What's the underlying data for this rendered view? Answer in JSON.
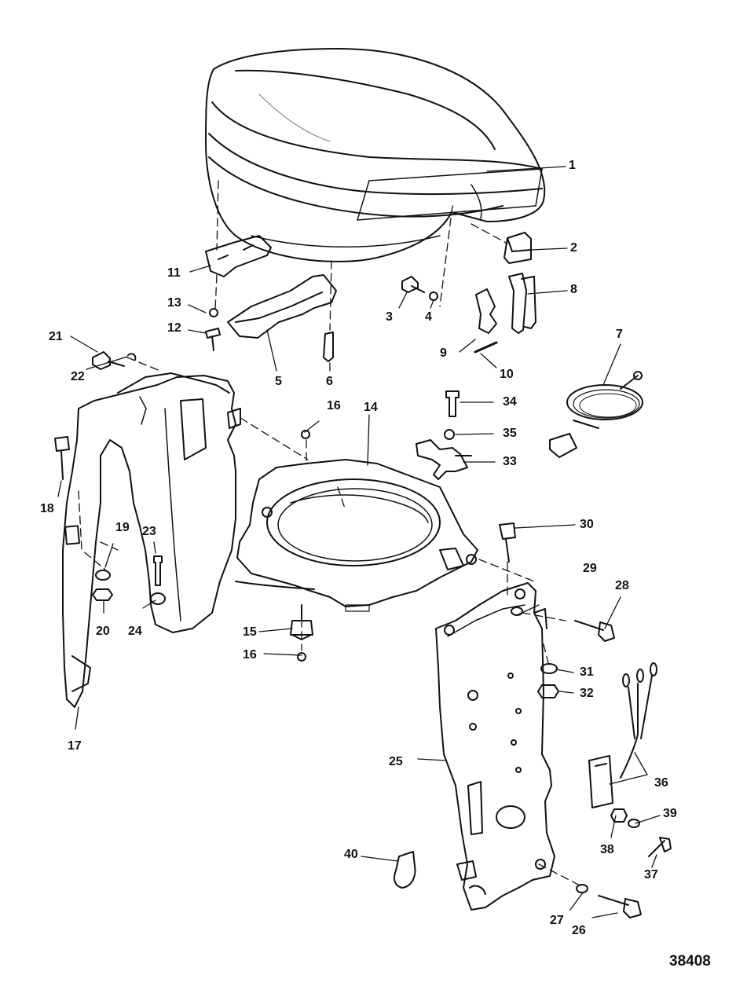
{
  "diagram": {
    "figure_number": "38408",
    "callouts": [
      {
        "id": "c1",
        "text": "1"
      },
      {
        "id": "c2",
        "text": "2"
      },
      {
        "id": "c3",
        "text": "3"
      },
      {
        "id": "c4",
        "text": "4"
      },
      {
        "id": "c5",
        "text": "5"
      },
      {
        "id": "c6",
        "text": "6"
      },
      {
        "id": "c7",
        "text": "7"
      },
      {
        "id": "c8",
        "text": "8"
      },
      {
        "id": "c9",
        "text": "9"
      },
      {
        "id": "c10",
        "text": "10"
      },
      {
        "id": "c11",
        "text": "11"
      },
      {
        "id": "c12",
        "text": "12"
      },
      {
        "id": "c13",
        "text": "13"
      },
      {
        "id": "c14",
        "text": "14"
      },
      {
        "id": "c15",
        "text": "15"
      },
      {
        "id": "c16a",
        "text": "16"
      },
      {
        "id": "c16b",
        "text": "16"
      },
      {
        "id": "c17",
        "text": "17"
      },
      {
        "id": "c18",
        "text": "18"
      },
      {
        "id": "c19",
        "text": "19"
      },
      {
        "id": "c20",
        "text": "20"
      },
      {
        "id": "c21",
        "text": "21"
      },
      {
        "id": "c22",
        "text": "22"
      },
      {
        "id": "c23",
        "text": "23"
      },
      {
        "id": "c24",
        "text": "24"
      },
      {
        "id": "c25",
        "text": "25"
      },
      {
        "id": "c26",
        "text": "26"
      },
      {
        "id": "c27",
        "text": "27"
      },
      {
        "id": "c28",
        "text": "28"
      },
      {
        "id": "c29",
        "text": "29"
      },
      {
        "id": "c30",
        "text": "30"
      },
      {
        "id": "c31",
        "text": "31"
      },
      {
        "id": "c32",
        "text": "32"
      },
      {
        "id": "c33",
        "text": "33"
      },
      {
        "id": "c34",
        "text": "34"
      },
      {
        "id": "c35",
        "text": "35"
      },
      {
        "id": "c36",
        "text": "36"
      },
      {
        "id": "c37",
        "text": "37"
      },
      {
        "id": "c38",
        "text": "38"
      },
      {
        "id": "c39",
        "text": "39"
      },
      {
        "id": "c40",
        "text": "40"
      }
    ]
  }
}
